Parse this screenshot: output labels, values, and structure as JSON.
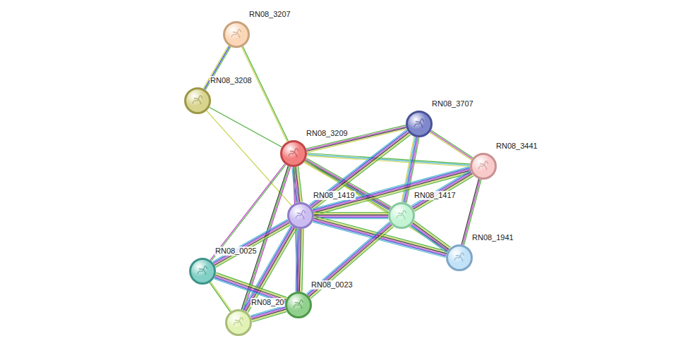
{
  "diagram": {
    "nodes": [
      {
        "text": [
          "RN08_3207"
        ]
      },
      {
        "text": [
          "RN08_3208"
        ]
      },
      {
        "text": [
          "RN08_3707"
        ]
      },
      {
        "text": [
          "RN08_3209"
        ]
      },
      {
        "text": [
          "RN08_3441"
        ]
      },
      {
        "text": [
          "RN08_1419"
        ]
      },
      {
        "text": [
          "RN08_1417"
        ]
      },
      {
        "text": [
          "RN08_1941"
        ]
      },
      {
        "text": [
          "RN08_0025"
        ]
      },
      {
        "text": [
          "RN08_0023"
        ]
      },
      {
        "text": [
          "RN08_20"
        ]
      }
    ],
    "edges": [
      {
        "from": 0,
        "to": 1,
        "arrow": "none"
      },
      {
        "from": 0,
        "to": 3,
        "arrow": "none"
      },
      {
        "from": 1,
        "to": 3,
        "arrow": "none"
      },
      {
        "from": 1,
        "to": 5,
        "arrow": "none"
      },
      {
        "from": 3,
        "to": 2,
        "arrow": "none"
      },
      {
        "from": 3,
        "to": 4,
        "arrow": "none"
      },
      {
        "from": 3,
        "to": 5,
        "arrow": "none"
      },
      {
        "from": 3,
        "to": 6,
        "arrow": "none"
      },
      {
        "from": 3,
        "to": 7,
        "arrow": "none"
      },
      {
        "from": 3,
        "to": 8,
        "arrow": "none"
      },
      {
        "from": 3,
        "to": 9,
        "arrow": "none"
      },
      {
        "from": 3,
        "to": 10,
        "arrow": "none"
      },
      {
        "from": 2,
        "to": 5,
        "arrow": "none"
      },
      {
        "from": 2,
        "to": 6,
        "arrow": "none"
      },
      {
        "from": 2,
        "to": 4,
        "arrow": "none"
      },
      {
        "from": 4,
        "to": 5,
        "arrow": "none"
      },
      {
        "from": 4,
        "to": 6,
        "arrow": "none"
      },
      {
        "from": 4,
        "to": 7,
        "arrow": "none"
      },
      {
        "from": 5,
        "to": 6,
        "arrow": "none"
      },
      {
        "from": 5,
        "to": 7,
        "arrow": "none"
      },
      {
        "from": 5,
        "to": 8,
        "arrow": "none"
      },
      {
        "from": 5,
        "to": 9,
        "arrow": "none"
      },
      {
        "from": 5,
        "to": 10,
        "arrow": "none"
      },
      {
        "from": 6,
        "to": 7,
        "arrow": "none"
      },
      {
        "from": 6,
        "to": 9,
        "arrow": "none"
      },
      {
        "from": 8,
        "to": 9,
        "arrow": "none"
      },
      {
        "from": 8,
        "to": 10,
        "arrow": "none"
      },
      {
        "from": 9,
        "to": 10,
        "arrow": "none"
      }
    ]
  }
}
